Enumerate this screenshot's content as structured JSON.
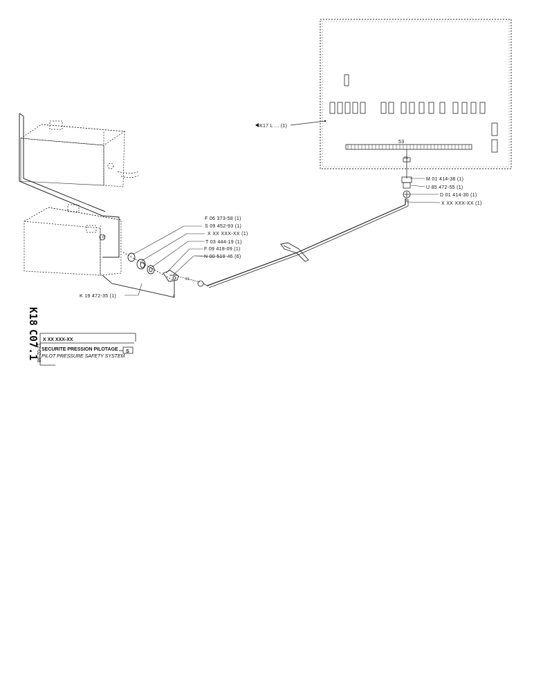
{
  "sheet": {
    "code_line1": "K18",
    "code_line2": "C07.1",
    "date": "12-02-88"
  },
  "title_block": {
    "part_no": "X XX XXX-XX",
    "title_fr": "SECURITE PRESSION PILOTAGE",
    "title_en": "PILOT PRESSURE SAFETY SYSTEM",
    "sheet_ref": "S"
  },
  "callouts": {
    "panel": "K17 L ... (1)",
    "pin_top": "53",
    "pin_71": "71",
    "m01": "M 01 414-38 (1)",
    "u85": "U 85 472-55 (1)",
    "d01": "D 01 414-30 (1)",
    "hose": "X XX XXX-XX (1)",
    "f06": "F 06 373-58 (1)",
    "s09": "S 09 452-93 (1)",
    "xxx_mid": "X XX XXX-XX (1)",
    "t03": "T 03 444-19 (1)",
    "f09": "F 09 418-09 (1)",
    "n00": "N 00 519-46 (6)",
    "k19": "K 19 472-35 (1)",
    "pin_31": "31",
    "pin_0": "0",
    "pin_o": "0"
  }
}
